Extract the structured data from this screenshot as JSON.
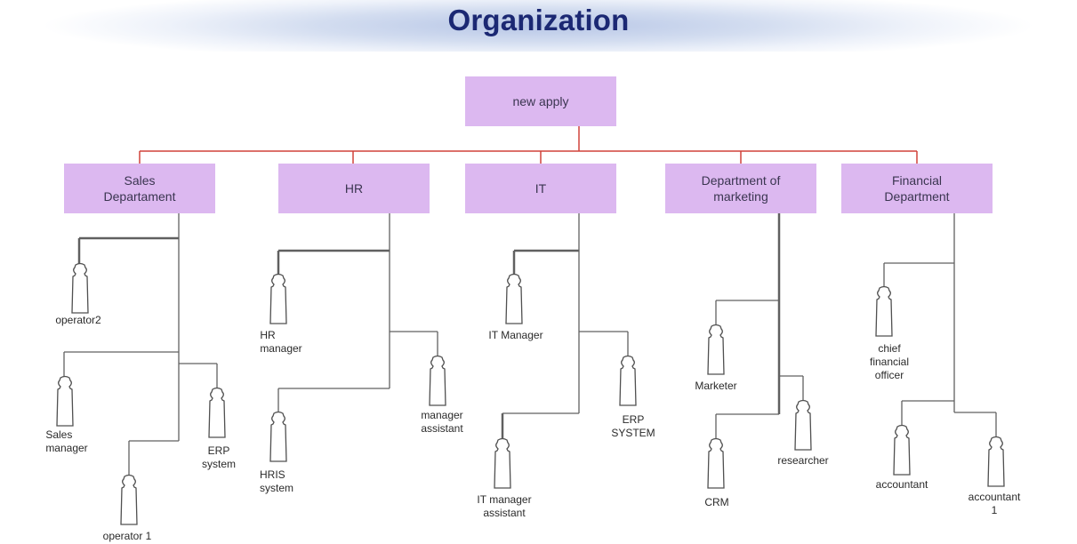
{
  "title": "Organization",
  "root": "new apply",
  "departments": {
    "sales": "Sales\nDepartament",
    "hr": "HR",
    "it": "IT",
    "marketing": "Department of\nmarketing",
    "financial": "Financial\nDepartment"
  },
  "roles": {
    "operator2": "operator2",
    "sales_manager": "Sales\nmanager",
    "erp_system_sales": "ERP\nsystem",
    "operator1": "operator 1",
    "hr_manager": "HR\nmanager",
    "manager_assistant": "manager\nassistant",
    "hris_system": "HRIS\nsystem",
    "it_manager": "IT Manager",
    "erp_system_it": "ERP\nSYSTEM",
    "it_manager_assistant": "IT manager\nassistant",
    "marketer": "Marketer",
    "researcher": "researcher",
    "crm": "CRM",
    "cfo": "chief\nfinancial\nofficer",
    "accountant": "accountant",
    "accountant1": "accountant\n1"
  },
  "colors": {
    "box": "#dcb8f0",
    "title": "#1b2873",
    "red_connector": "#d0423a",
    "gray_connector": "#606060"
  }
}
